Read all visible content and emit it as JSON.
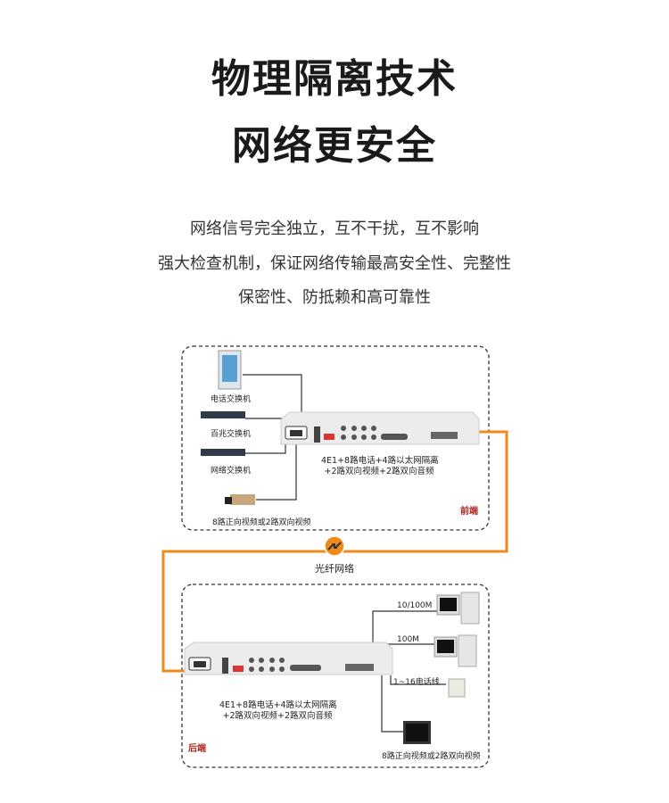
{
  "title": {
    "line1": "物理隔离技术",
    "line2": "网络更安全"
  },
  "description": [
    "网络信号完全独立，互不干扰，互不影响",
    "强大检查机制，保证网络传输最高安全性、完整性",
    "保密性、防抵赖和高可靠性"
  ],
  "front": {
    "label": "前端",
    "devices": [
      "电话交换机",
      "百兆交换机",
      "网络交换机",
      "8路正向视频或2路双向视频"
    ],
    "caption_line1": "4E1+8路电话+4路以太网隔离",
    "caption_line2": "+2路双向视频+2路双向音频"
  },
  "link": {
    "label": "光纤网络",
    "color": "#f08a1c"
  },
  "back": {
    "label": "后端",
    "links": [
      "10/100M",
      "100M",
      "1~16电话线"
    ],
    "monitor_label": "8路正向视频或2路双向视频",
    "caption_line1": "4E1+8路电话+4路以太网隔离",
    "caption_line2": "+2路双向视频+2路双向音频"
  }
}
